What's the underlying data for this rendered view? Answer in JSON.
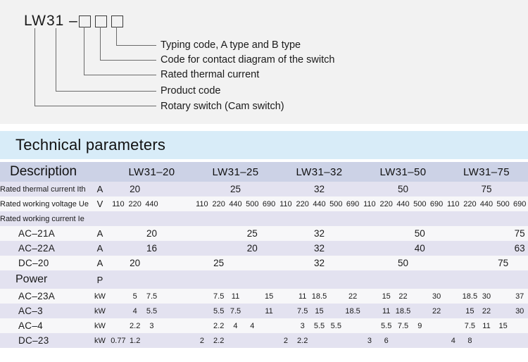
{
  "designation": {
    "code_text": "LW31 –",
    "boxes": [
      "box-1",
      "box-2",
      "box-3"
    ],
    "leaders": [
      {
        "label": "Typing code, A type and B type"
      },
      {
        "label": "Code for contact diagram of the switch"
      },
      {
        "label": "Rated thermal current"
      },
      {
        "label": "Product code"
      },
      {
        "label": "Rotary switch (Cam switch)"
      }
    ]
  },
  "banner": {
    "title": "Technical parameters",
    "background_color": "#d8ecf8"
  },
  "table": {
    "header": {
      "description": "Description",
      "unit_col": "",
      "models": [
        "LW31–20",
        "LW31–25",
        "LW31–32",
        "LW31–50",
        "LW31–75"
      ]
    },
    "colors": {
      "header_bg": "#ccd2e6",
      "row_odd_bg": "#e3e2f0",
      "row_even_bg": "#f7f7f9"
    },
    "rows": [
      {
        "label": "Rated thermal current Ith",
        "unit": "A",
        "style": "plain",
        "values": [
          [
            "",
            "20",
            "",
            "",
            ""
          ],
          [
            "",
            "",
            "25",
            "",
            ""
          ],
          [
            "",
            "",
            "32",
            "",
            ""
          ],
          [
            "",
            "",
            "50",
            "",
            ""
          ],
          [
            "",
            "",
            "75",
            "",
            ""
          ]
        ]
      },
      {
        "label": "Rated working voltage Ue",
        "unit": "V",
        "style": "plain",
        "values": [
          [
            "110",
            "220",
            "440",
            "",
            ""
          ],
          [
            "110",
            "220",
            "440",
            "500",
            "690"
          ],
          [
            "110",
            "220",
            "440",
            "500",
            "690"
          ],
          [
            "110",
            "220",
            "440",
            "500",
            "690"
          ],
          [
            "110",
            "220",
            "440",
            "500",
            "690"
          ]
        ]
      },
      {
        "label": "Rated working current Ie",
        "unit": "",
        "style": "plain",
        "values": [
          [
            "",
            "",
            "",
            "",
            ""
          ],
          [
            "",
            "",
            "",
            "",
            ""
          ],
          [
            "",
            "",
            "",
            "",
            ""
          ],
          [
            "",
            "",
            "",
            "",
            ""
          ],
          [
            "",
            "",
            "",
            "",
            ""
          ]
        ]
      },
      {
        "label": "AC–21A",
        "unit": "A",
        "style": "indent",
        "values": [
          [
            "",
            "",
            "20",
            "",
            ""
          ],
          [
            "",
            "",
            "",
            "25",
            ""
          ],
          [
            "",
            "",
            "32",
            "",
            ""
          ],
          [
            "",
            "",
            "",
            "50",
            ""
          ],
          [
            "",
            "",
            "",
            "",
            "75"
          ]
        ]
      },
      {
        "label": "AC–22A",
        "unit": "A",
        "style": "indent",
        "values": [
          [
            "",
            "",
            "16",
            "",
            ""
          ],
          [
            "",
            "",
            "",
            "20",
            ""
          ],
          [
            "",
            "",
            "32",
            "",
            ""
          ],
          [
            "",
            "",
            "",
            "40",
            ""
          ],
          [
            "",
            "",
            "",
            "",
            "63"
          ]
        ]
      },
      {
        "label": "DC–20",
        "unit": "A",
        "style": "indent",
        "values": [
          [
            "",
            "20",
            "",
            "",
            ""
          ],
          [
            "",
            "25",
            "",
            "",
            ""
          ],
          [
            "",
            "",
            "32",
            "",
            ""
          ],
          [
            "",
            "",
            "50",
            "",
            ""
          ],
          [
            "",
            "",
            "",
            "75",
            ""
          ]
        ]
      },
      {
        "label": "Power",
        "unit": "P",
        "style": "power",
        "values": [
          [
            "",
            "",
            "",
            "",
            ""
          ],
          [
            "",
            "",
            "",
            "",
            ""
          ],
          [
            "",
            "",
            "",
            "",
            ""
          ],
          [
            "",
            "",
            "",
            "",
            ""
          ],
          [
            "",
            "",
            "",
            "",
            ""
          ]
        ]
      },
      {
        "label": "AC–23A",
        "unit": "kW",
        "style": "indent",
        "values": [
          [
            "",
            "5",
            "7.5",
            "",
            ""
          ],
          [
            "",
            "7.5",
            "11",
            "",
            "15"
          ],
          [
            "",
            "11",
            "18.5",
            "",
            "22"
          ],
          [
            "",
            "15",
            "22",
            "",
            "30"
          ],
          [
            "",
            "18.5",
            "30",
            "",
            "37"
          ]
        ]
      },
      {
        "label": "AC–3",
        "unit": "kW",
        "style": "indent",
        "values": [
          [
            "",
            "4",
            "5.5",
            "",
            ""
          ],
          [
            "",
            "5.5",
            "7.5",
            "",
            "11"
          ],
          [
            "",
            "7.5",
            "15",
            "",
            "18.5"
          ],
          [
            "",
            "11",
            "18.5",
            "",
            "22"
          ],
          [
            "",
            "15",
            "22",
            "",
            "30"
          ]
        ]
      },
      {
        "label": "AC–4",
        "unit": "kW",
        "style": "indent",
        "values": [
          [
            "",
            "2.2",
            "3",
            "",
            ""
          ],
          [
            "",
            "2.2",
            "4",
            "4",
            ""
          ],
          [
            "",
            "3",
            "5.5",
            "5.5",
            ""
          ],
          [
            "",
            "5.5",
            "7.5",
            "9",
            ""
          ],
          [
            "",
            "7.5",
            "11",
            "15",
            ""
          ]
        ]
      },
      {
        "label": "DC–23",
        "unit": "kW",
        "style": "indent",
        "values": [
          [
            "0.77",
            "1.2",
            "",
            "",
            ""
          ],
          [
            "2",
            "2.2",
            "",
            "",
            ""
          ],
          [
            "2",
            "2.2",
            "",
            "",
            ""
          ],
          [
            "3",
            "6",
            "",
            "",
            ""
          ],
          [
            "4",
            "8",
            "",
            "",
            ""
          ]
        ]
      }
    ]
  }
}
